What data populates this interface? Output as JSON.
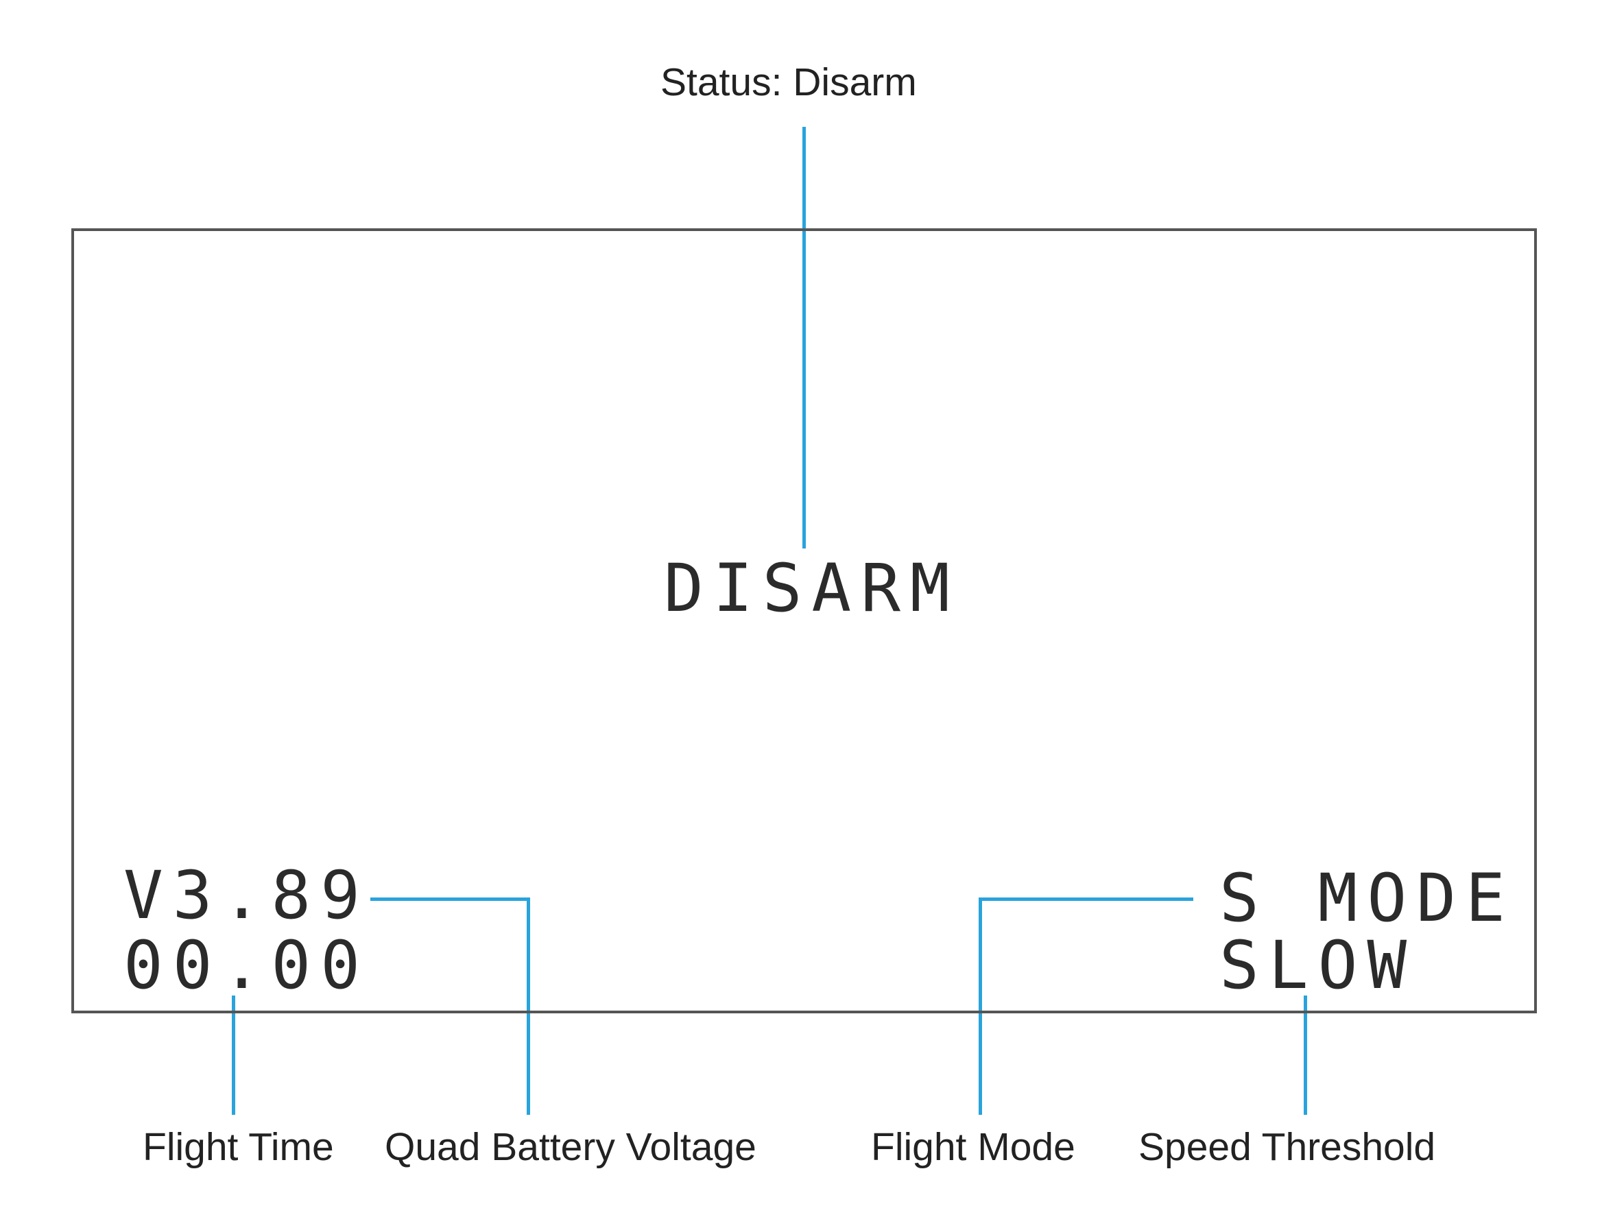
{
  "callouts": {
    "status": "Status: Disarm",
    "flight_time": "Flight Time",
    "battery_voltage": "Quad Battery Voltage",
    "flight_mode": "Flight Mode",
    "speed_threshold": "Speed Threshold"
  },
  "osd": {
    "status": "DISARM",
    "voltage": "V3.89",
    "flight_time": "00.00",
    "mode": "S MODE",
    "speed": "SLOW"
  },
  "colors": {
    "leader_line": "#29a3dc",
    "screen_border": "#555555",
    "text": "#2b2b2b"
  }
}
